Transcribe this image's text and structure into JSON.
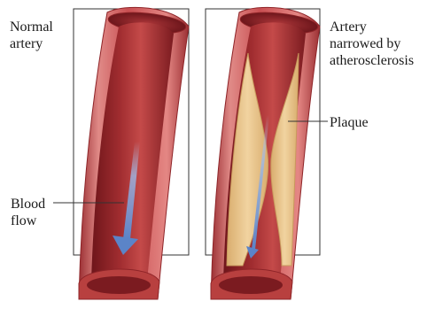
{
  "labels": {
    "normal_artery": "Normal\nartery",
    "narrowed_artery": "Artery\nnarrowed by\natherosclerosis",
    "plaque": "Plaque",
    "blood_flow": "Blood\nflow"
  },
  "colors": {
    "vessel_wall": "#c94f52",
    "vessel_wall_dark": "#8e2428",
    "vessel_wall_light": "#e48784",
    "lumen": "#8f2126",
    "lumen_highlight": "#c44a49",
    "plaque": "#e9c48a",
    "plaque_edge": "#c89a5d",
    "flow_arrow": "#5b84c8",
    "flow_arrow_light": "#b3c9ec",
    "frame": "#333333",
    "leader_line": "#333333"
  }
}
